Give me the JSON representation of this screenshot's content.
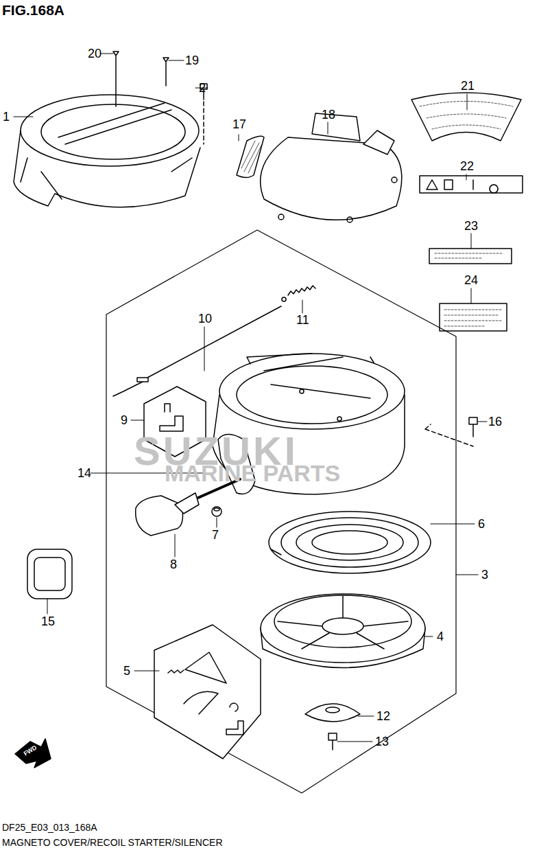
{
  "diagram": {
    "title": "FIG.168A",
    "caption": "MAGNETO COVER/RECOIL STARTER/SILENCER",
    "labels": [
      "1",
      "2",
      "3",
      "4",
      "5",
      "6",
      "7",
      "8",
      "9",
      "10",
      "11",
      "12",
      "13",
      "14",
      "15",
      "16",
      "17",
      "18",
      "19",
      "20",
      "21",
      "22",
      "23",
      "24",
      "FWD",
      "DF25_E03_013_168A",
      "SUZUKI",
      "MARINE PARTS"
    ]
  }
}
